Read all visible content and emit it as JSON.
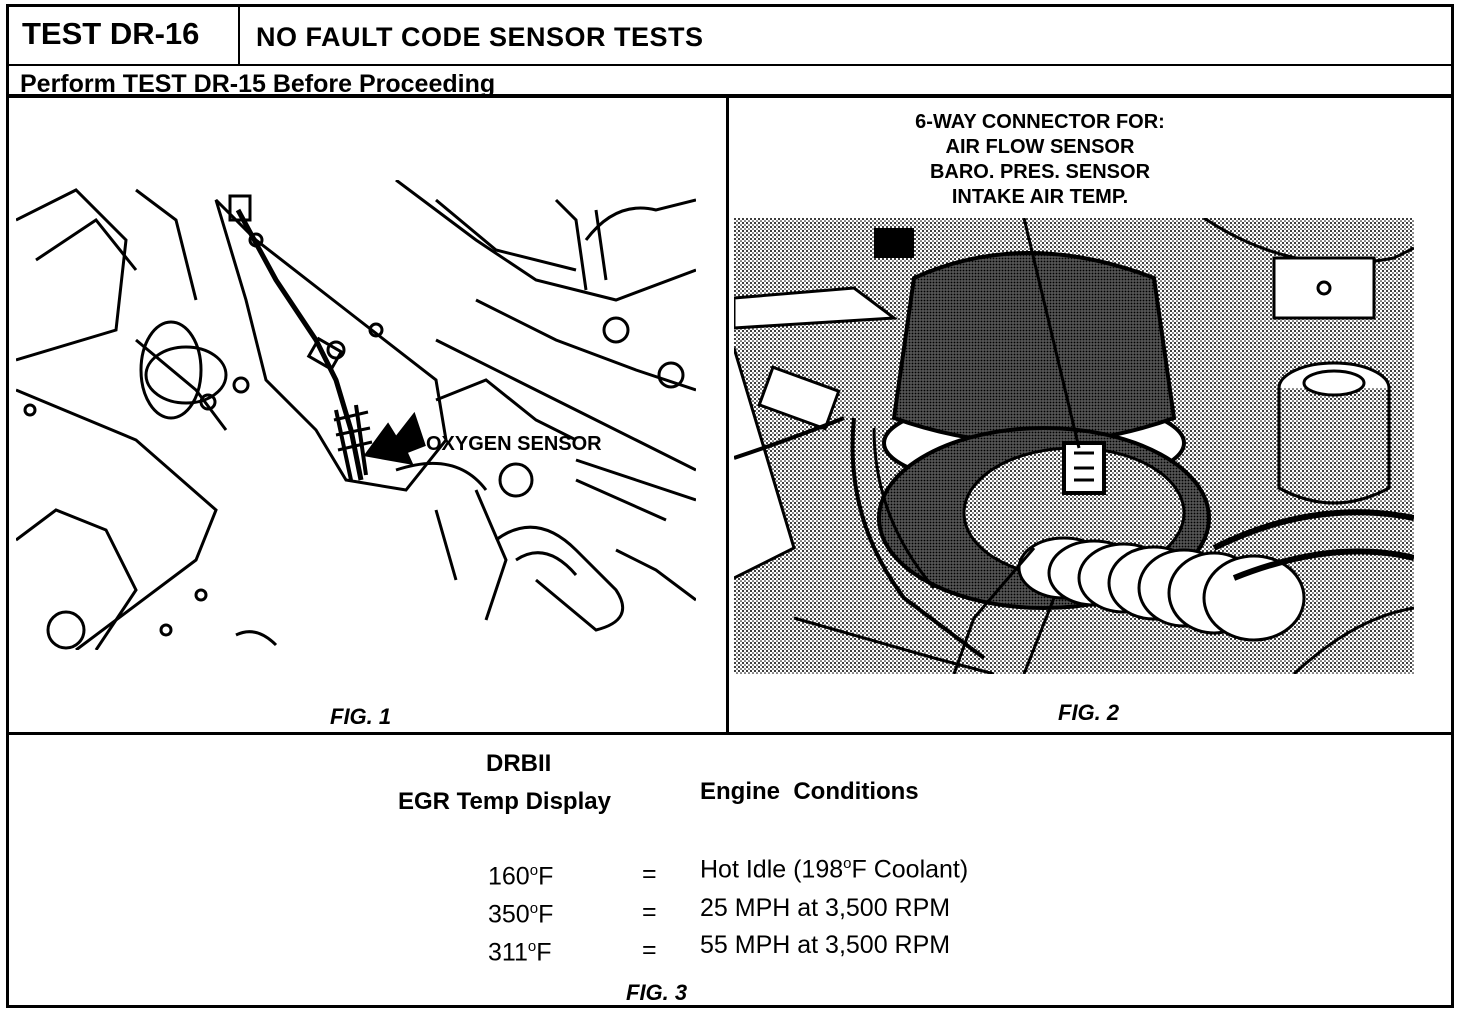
{
  "header": {
    "test_id": "TEST DR-16",
    "title": "NO FAULT CODE SENSOR TESTS",
    "subtitle": "Perform TEST DR-15 Before Proceeding"
  },
  "fig1": {
    "callout": "OXYGEN SENSOR",
    "label": "FIG. 1"
  },
  "fig2": {
    "callout_lines": [
      "6-WAY CONNECTOR FOR:",
      "AIR FLOW SENSOR",
      "BARO. PRES. SENSOR",
      "INTAKE AIR TEMP."
    ],
    "label": "FIG. 2"
  },
  "fig3": {
    "col1_header_line1": "DRBII",
    "col1_header_line2": "EGR Temp Display",
    "col2_header": "Engine  Conditions",
    "rows": [
      {
        "temp": "160",
        "unit": "F",
        "eq": "=",
        "condition_pre": "Hot Idle (198",
        "condition_post": "F Coolant)"
      },
      {
        "temp": "350",
        "unit": "F",
        "eq": "=",
        "condition": "25 MPH at 3,500 RPM"
      },
      {
        "temp": "311",
        "unit": "F",
        "eq": "=",
        "condition": "55 MPH at 3,500 RPM"
      }
    ],
    "degree": "o",
    "label": "FIG. 3"
  }
}
